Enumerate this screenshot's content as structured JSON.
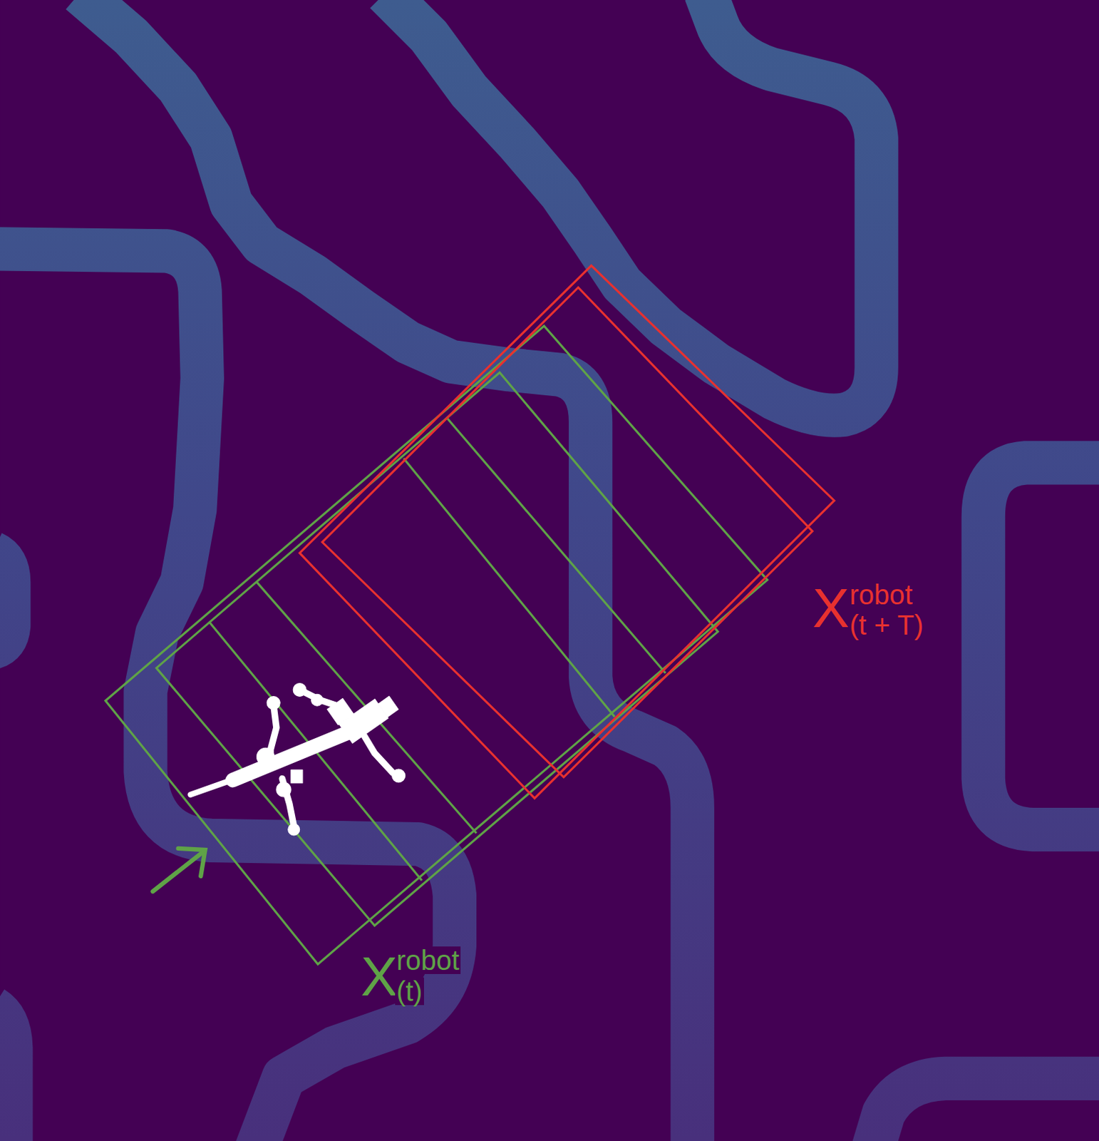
{
  "diagram": {
    "labels": [
      "X",
      "robot",
      "(t)",
      "X",
      "robot",
      "(t + T)"
    ]
  }
}
